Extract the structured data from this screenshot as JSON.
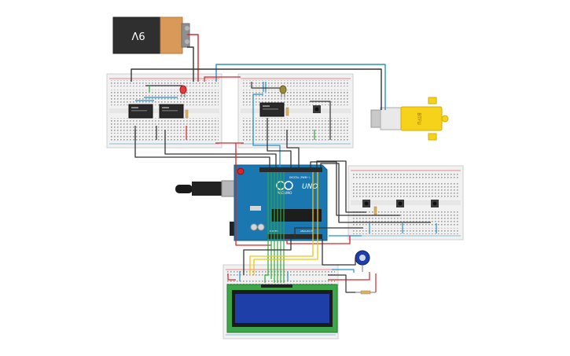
{
  "battery": {
    "label": "9V"
  },
  "arduino": {
    "brand_label": "ARDUINO",
    "model_label": "UNO",
    "digital_label": "DIGITAL (PWM~)",
    "power_label": "POWER",
    "analog_label": "ANALOG IN"
  },
  "lcd": {
    "text": ""
  },
  "motor": {
    "label": "BTFU"
  },
  "colors": {
    "wire_red": "#d8262b",
    "wire_black": "#333333",
    "wire_blue": "#2b8fc7",
    "wire_green": "#2eaa3a",
    "wire_yellow": "#f2c40f",
    "arduino_board": "#1b77b0",
    "lcd_pcb": "#3ea64a",
    "lcd_screen": "#1f3fa8",
    "motor_body": "#f7d21a",
    "breadboard": "#f1f1f1"
  }
}
